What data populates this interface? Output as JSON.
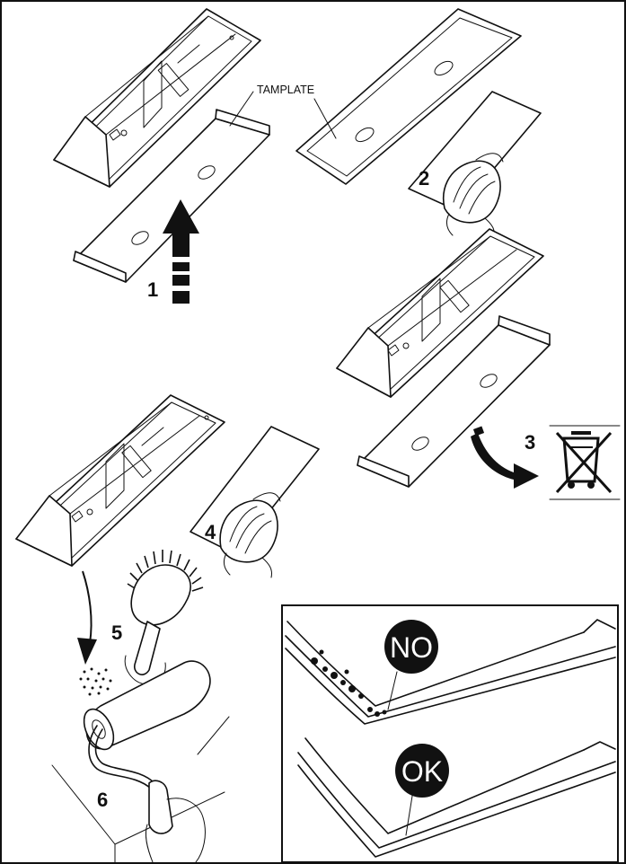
{
  "labels": {
    "template": "TAMPLATE",
    "step1": "1",
    "step2": "2",
    "step3": "3",
    "step4": "4",
    "step5": "5",
    "step6": "6"
  },
  "badges": {
    "no": "NO",
    "ok": "OK"
  },
  "icons": {
    "disposal": "crossed-out-wheelie-bin-icon"
  }
}
